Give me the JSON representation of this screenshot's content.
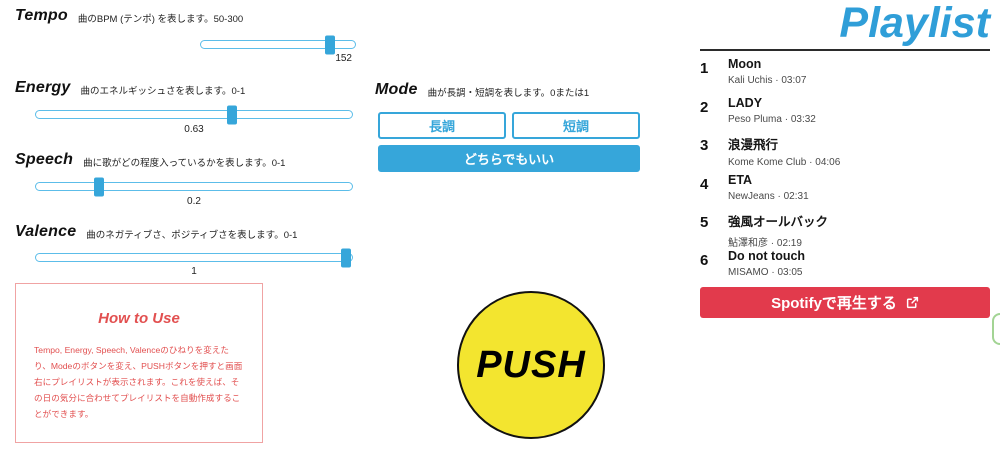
{
  "colors": {
    "accent_blue": "#36a6da",
    "track_border": "#5cbde9",
    "title_blue": "#2f9ed8",
    "divider": "#2b2b2b",
    "red_button": "#e23a4c",
    "howto_red": "#e25050",
    "howto_border": "#f0a3a3",
    "push_yellow": "#f3e52f",
    "green_edge": "#a3d494"
  },
  "sliders": [
    {
      "label": "Tempo",
      "description": "曲のBPM (テンポ) を表します。50-300",
      "value": "152",
      "percent": 84
    },
    {
      "label": "Energy",
      "description": "曲のエネルギッシュさを表します。0-1",
      "value": "0.63",
      "percent": 62
    },
    {
      "label": "Speech",
      "description": "曲に歌がどの程度入っているかを表します。0-1",
      "value": "0.2",
      "percent": 20
    },
    {
      "label": "Valence",
      "description": "曲のネガティブさ、ポジティブさを表します。0-1",
      "value": "1",
      "percent": 98
    }
  ],
  "mode": {
    "label": "Mode",
    "description": "曲が長調・短調を表します。0または1",
    "buttons": [
      {
        "label": "長調",
        "selected": false
      },
      {
        "label": "短調",
        "selected": false
      },
      {
        "label": "どちらでもいい",
        "selected": true
      }
    ]
  },
  "how_to_use": {
    "title": "How to Use",
    "body": "Tempo, Energy, Speech, Valenceのひねりを変えたり、Modeのボタンを変え、PUSHボタンを押すと画面右にプレイリストが表示されます。これを使えば、その日の気分に合わせてプレイリストを自動作成することができます。"
  },
  "push": {
    "label": "PUSH"
  },
  "playlist": {
    "title": "Playlist",
    "separator": "·",
    "tracks": [
      {
        "number": "1",
        "title": "Moon",
        "artist": "Kali Uchis",
        "duration": "03:07"
      },
      {
        "number": "2",
        "title": "LADY",
        "artist": "Peso Pluma",
        "duration": "03:32"
      },
      {
        "number": "3",
        "title": "浪漫飛行",
        "artist": "Kome Kome Club",
        "duration": "04:06"
      },
      {
        "number": "4",
        "title": "ETA",
        "artist": "NewJeans",
        "duration": "02:31"
      },
      {
        "number": "5",
        "title": "強風オールバック",
        "artist": "鮎澤和彦",
        "duration": "02:19"
      },
      {
        "number": "6",
        "title": "Do not touch",
        "artist": "MISAMO",
        "duration": "03:05"
      }
    ],
    "spotify_label": "Spotifyで再生する"
  }
}
